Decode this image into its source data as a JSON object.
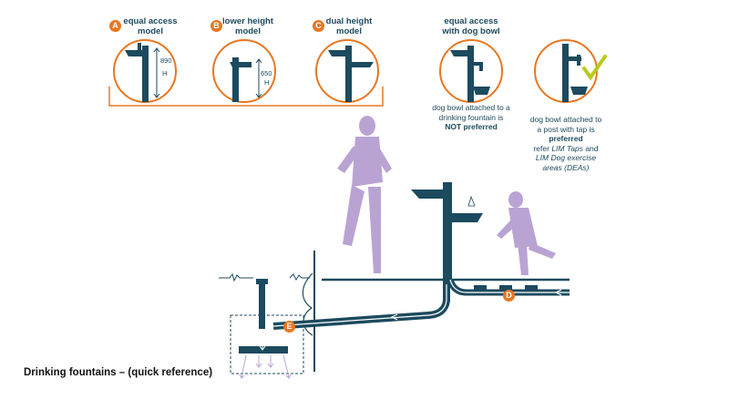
{
  "models": [
    {
      "badge": "A",
      "title_line1": "equal access",
      "title_line2": "model",
      "dim_value": "890",
      "dim_unit": "H"
    },
    {
      "badge": "B",
      "title_line1": "lower height",
      "title_line2": "model",
      "dim_value": "650",
      "dim_unit": "H"
    },
    {
      "badge": "C",
      "title_line1": "dual height",
      "title_line2": "model"
    }
  ],
  "dog_bowl_fountain": {
    "title_line1": "equal access",
    "title_line2": "with dog bowl",
    "note_line1": "dog bowl attached to a",
    "note_line2": "drinking fountain is",
    "note_line3": "NOT preferred"
  },
  "dog_bowl_post": {
    "note_line1": "dog bowl attached to",
    "note_line2": "a post with tap is",
    "note_line3": "preferred",
    "note_line4a": "refer ",
    "note_line4b": "LIM Taps",
    "note_line4c": " and",
    "note_line5": "LIM Dog exercise",
    "note_line6": "areas (DEAs)"
  },
  "diagram_badges": {
    "d": "D",
    "e": "E"
  },
  "caption": "Drinking fountains – (quick reference)",
  "colors": {
    "navy": "#1c4a5e",
    "orange": "#e87722",
    "lilac": "#b9a3d3",
    "check": "#b5cc1a"
  }
}
